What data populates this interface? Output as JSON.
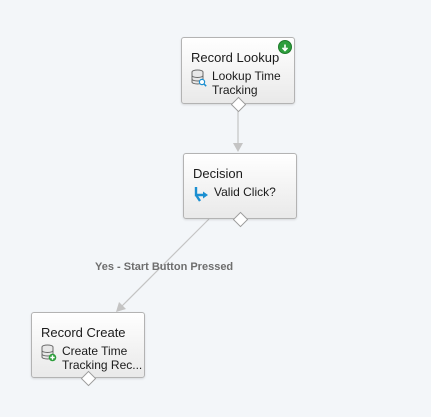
{
  "nodes": {
    "record_lookup": {
      "title": "Record Lookup",
      "label_line1": "Lookup Time",
      "label_line2": "Tracking",
      "icon": "database-search-icon",
      "badge": "start-arrow-icon"
    },
    "decision": {
      "title": "Decision",
      "label_line1": "Valid Click?",
      "icon": "decision-split-icon"
    },
    "record_create": {
      "title": "Record Create",
      "label_line1": "Create Time",
      "label_line2": "Tracking Rec...",
      "icon": "database-add-icon"
    }
  },
  "connectors": {
    "decision_to_create": {
      "label": "Yes - Start Button Pressed"
    }
  },
  "colors": {
    "canvas": "#f3f6f9",
    "connector": "#c4c4c4",
    "start_badge": "#2d9e3c",
    "icon_blue": "#1b8fd1"
  }
}
